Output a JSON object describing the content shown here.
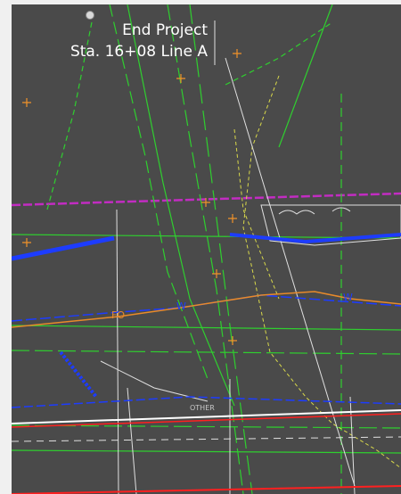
{
  "callout": {
    "title": "End Project",
    "station": "Sta. 16+08 Line A"
  },
  "labels": {
    "fo": "FO",
    "w1": "W",
    "w2": "W",
    "other": "OTHER"
  },
  "colors": {
    "background": "#4a4a4a",
    "frame": "#f0f0f0",
    "green_line": "#2fcf2f",
    "magenta_line": "#c22cc2",
    "blue_line": "#1d3cff",
    "orange_line": "#e88a2a",
    "yellow_dash": "#d8d84a",
    "red_line": "#ff2020",
    "white_line": "#e8e8e8",
    "survey_mark": "#f0922a"
  },
  "icons": [
    "control-point-icon",
    "survey-mark-icon"
  ]
}
